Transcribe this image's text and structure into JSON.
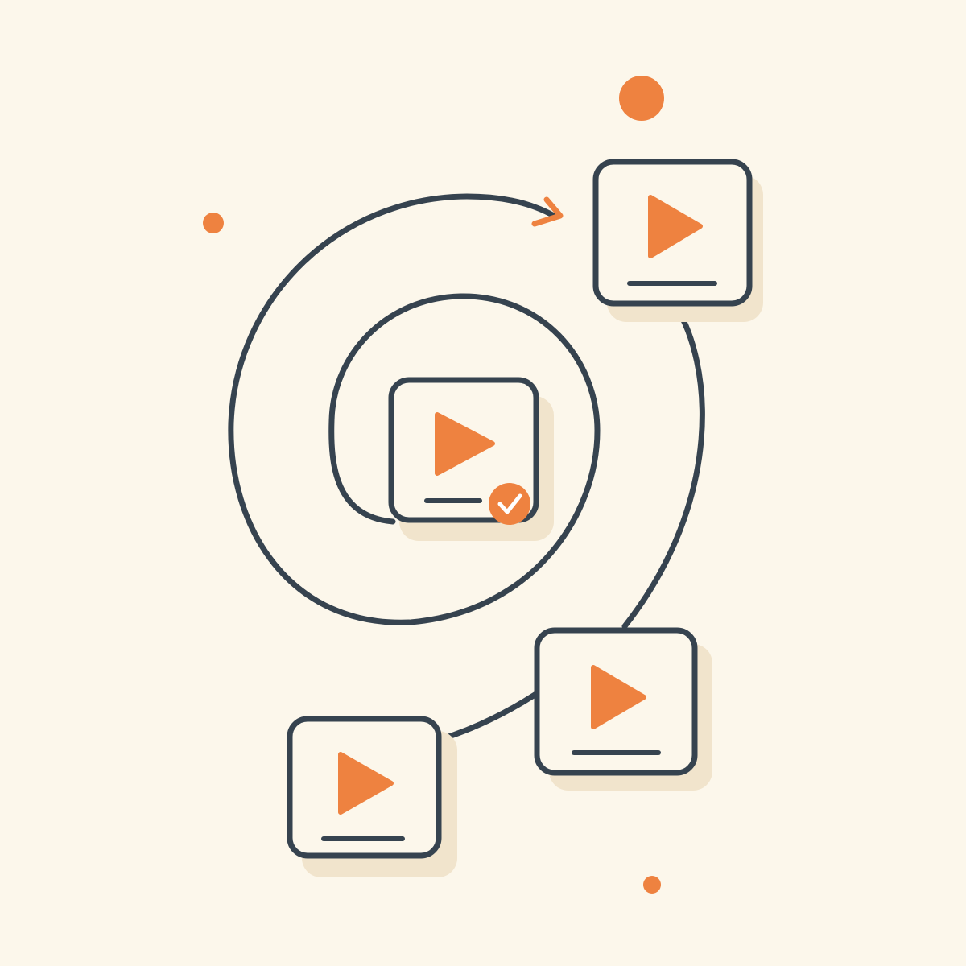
{
  "colors": {
    "background": "#fcf7eb",
    "stroke": "#36434f",
    "accent": "#ee8240",
    "card_fill": "#fcf7eb",
    "card_shadow": "#f1e4cc",
    "check_mark": "#ffffff"
  },
  "nodes": [
    {
      "id": "video-node-center",
      "icon": "play-icon",
      "status": "completed",
      "badge_icon": "check-icon"
    },
    {
      "id": "video-node-top-right",
      "icon": "play-icon"
    },
    {
      "id": "video-node-bottom-right",
      "icon": "play-icon"
    },
    {
      "id": "video-node-bottom-left",
      "icon": "play-icon"
    }
  ],
  "connectors": [
    {
      "id": "spiral-path",
      "icon": "arrow-head-icon"
    },
    {
      "id": "link-top-right-to-bottom-right"
    },
    {
      "id": "link-bottom-right-to-bottom-left"
    }
  ],
  "decorations": [
    "dot-top-large",
    "dot-left-small",
    "dot-bottom-small"
  ]
}
